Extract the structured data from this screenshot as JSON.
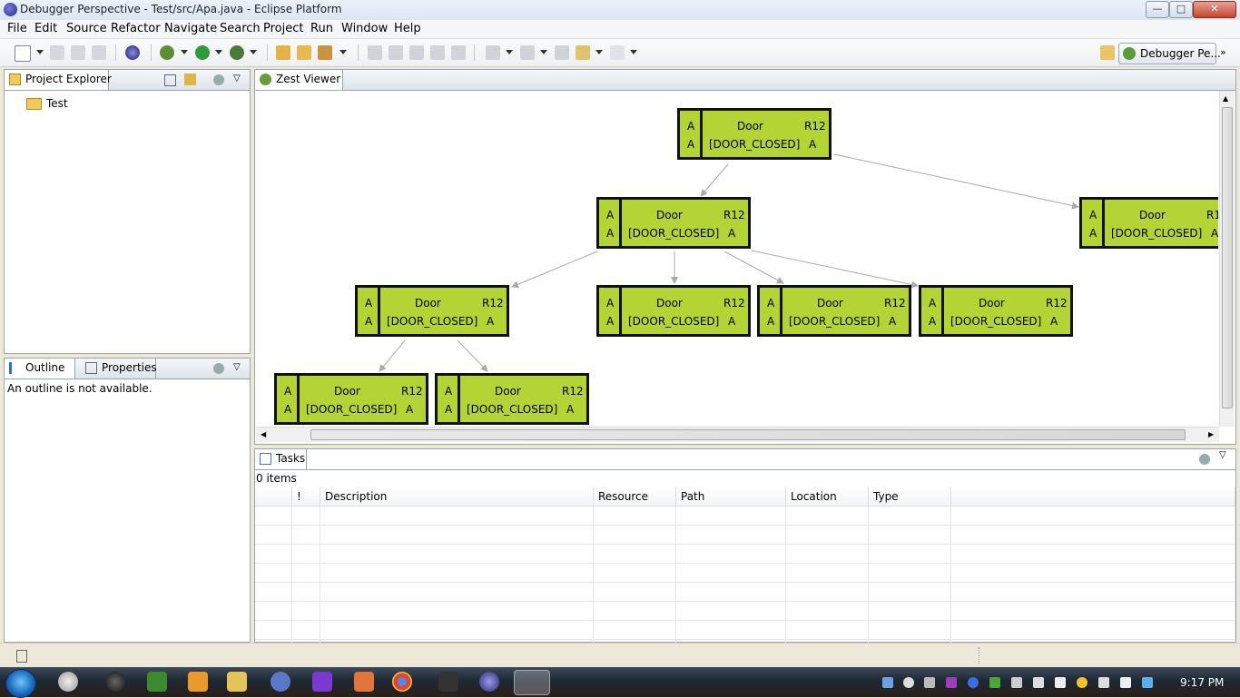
{
  "window": {
    "title": "Debugger Perspective - Test/src/Apa.java - Eclipse Platform",
    "buttons": {
      "minimize": "—",
      "maximize": "□",
      "close": "✕"
    }
  },
  "menu": [
    "File",
    "Edit",
    "Source",
    "Refactor",
    "Navigate",
    "Search",
    "Project",
    "Run",
    "Window",
    "Help"
  ],
  "perspective": {
    "label": "Debugger Pe..."
  },
  "project_explorer": {
    "tab": "Project Explorer",
    "items": [
      "Test"
    ]
  },
  "outline": {
    "tabs": [
      "Outline",
      "Properties"
    ],
    "message": "An outline is not available."
  },
  "zest_viewer": {
    "tab": "Zest Viewer",
    "nodes": [
      {
        "side_top": "A",
        "side_bottom": "A",
        "name": "Door",
        "code": "R12",
        "state": "[DOOR_CLOSED]",
        "letter": "A"
      },
      {
        "side_top": "A",
        "side_bottom": "A",
        "name": "Door",
        "code": "R12",
        "state": "[DOOR_CLOSED]",
        "letter": "A"
      },
      {
        "side_top": "A",
        "side_bottom": "A",
        "name": "Door",
        "code": "R1",
        "state": "[DOOR_CLOSED]",
        "letter": "A"
      },
      {
        "side_top": "A",
        "side_bottom": "A",
        "name": "Door",
        "code": "R12",
        "state": "[DOOR_CLOSED]",
        "letter": "A"
      },
      {
        "side_top": "A",
        "side_bottom": "A",
        "name": "Door",
        "code": "R12",
        "state": "[DOOR_CLOSED]",
        "letter": "A"
      },
      {
        "side_top": "A",
        "side_bottom": "A",
        "name": "Door",
        "code": "R12",
        "state": "[DOOR_CLOSED]",
        "letter": "A"
      },
      {
        "side_top": "A",
        "side_bottom": "A",
        "name": "Door",
        "code": "R12",
        "state": "[DOOR_CLOSED]",
        "letter": "A"
      },
      {
        "side_top": "A",
        "side_bottom": "A",
        "name": "Door",
        "code": "R12",
        "state": "[DOOR_CLOSED]",
        "letter": "A"
      },
      {
        "side_top": "A",
        "side_bottom": "A",
        "name": "Door",
        "code": "R12",
        "state": "[DOOR_CLOSED]",
        "letter": "A"
      }
    ],
    "node_color": "#b4d435"
  },
  "tasks": {
    "tab": "Tasks",
    "count": "0 items",
    "columns": [
      "",
      "!",
      "Description",
      "Resource",
      "Path",
      "Location",
      "Type"
    ]
  },
  "taskbar": {
    "clock": "9:17 PM"
  }
}
